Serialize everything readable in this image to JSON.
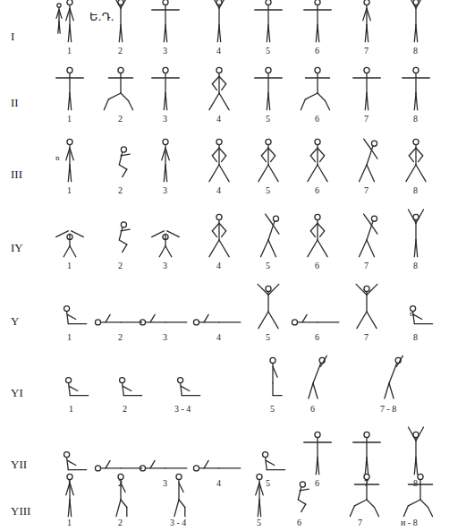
{
  "diagram": {
    "labels": [
      "Ե.Դ.",
      "I",
      "1",
      "2",
      "3",
      "4",
      "5",
      "6",
      "7",
      "8",
      "II",
      "1",
      "2",
      "3",
      "4",
      "5",
      "6",
      "7",
      "8",
      "III",
      "n",
      "1",
      "2",
      "3",
      "4",
      "5",
      "6",
      "7",
      "8",
      "IY",
      "1",
      "2",
      "3",
      "4",
      "5",
      "6",
      "7",
      "8",
      "Y",
      "1",
      "2",
      "3",
      "4",
      "5",
      "6",
      "7",
      "n",
      "8",
      "YI",
      "1",
      "2",
      "3 - 4",
      "5",
      "6",
      "7 - 8",
      "YII",
      "1",
      "2",
      "3",
      "4",
      "5",
      "6",
      "7",
      "8",
      "YIII",
      "1",
      "2",
      "3 - 4",
      "5",
      "6",
      "7",
      "и - 8"
    ]
  }
}
